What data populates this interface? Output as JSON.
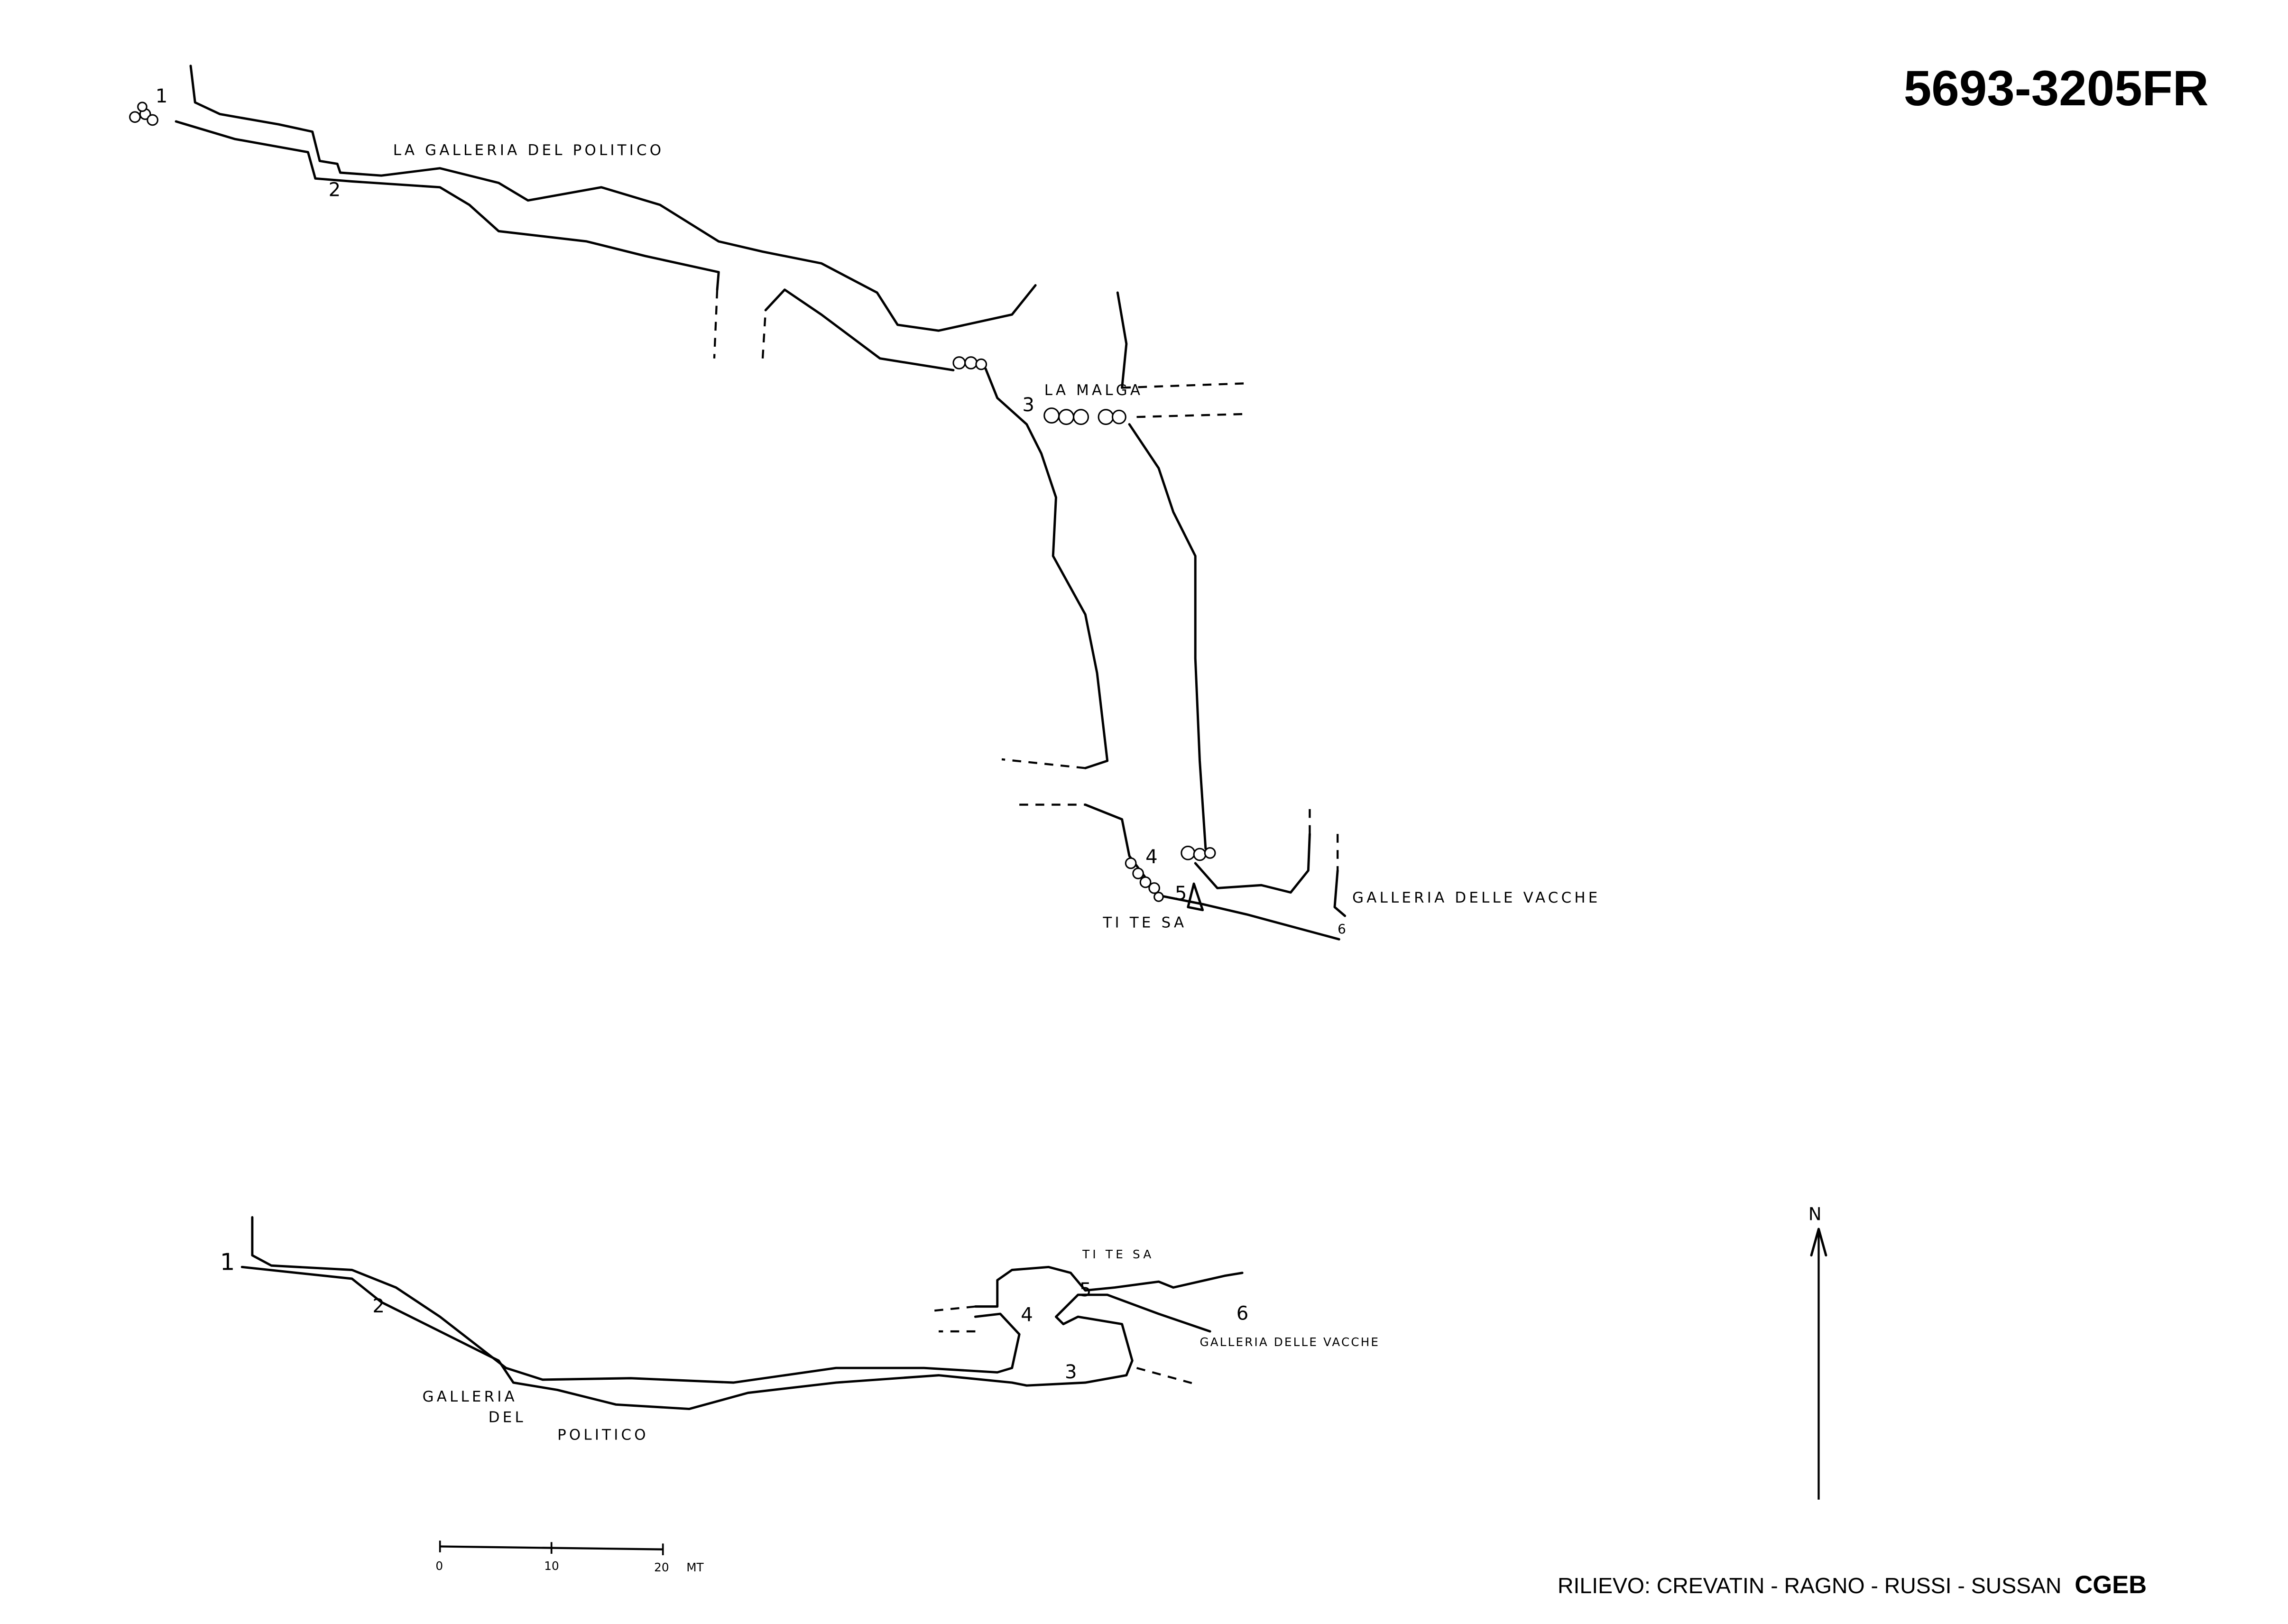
{
  "title": "5693-3205FR",
  "credits": {
    "text": "RILIEVO: CREVATIN - RAGNO - RUSSI - SUSSAN",
    "group": "CGEB"
  },
  "plan_upper": {
    "labels": {
      "galleria_politico": "LA GALLERIA DEL POLITICO",
      "malga": "LA MALGA",
      "titesa": "TI TE SA",
      "galleria_vacche": "GALLERIA DELLE VACCHE"
    },
    "stations": [
      "1",
      "2",
      "3",
      "4",
      "5",
      "6"
    ]
  },
  "plan_lower": {
    "labels": {
      "galleria": "GALLERIA",
      "del": "DEL",
      "politico": "POLITICO",
      "titesa": "TI TE SA",
      "galleria_vacche": "GALLERIA DELLE VACCHE"
    },
    "stations": [
      "1",
      "2",
      "3",
      "4",
      "5",
      "6"
    ]
  },
  "north_arrow": {
    "label": "N"
  },
  "scale_bar": {
    "ticks": [
      "0",
      "10",
      "20"
    ],
    "unit": "MT"
  }
}
